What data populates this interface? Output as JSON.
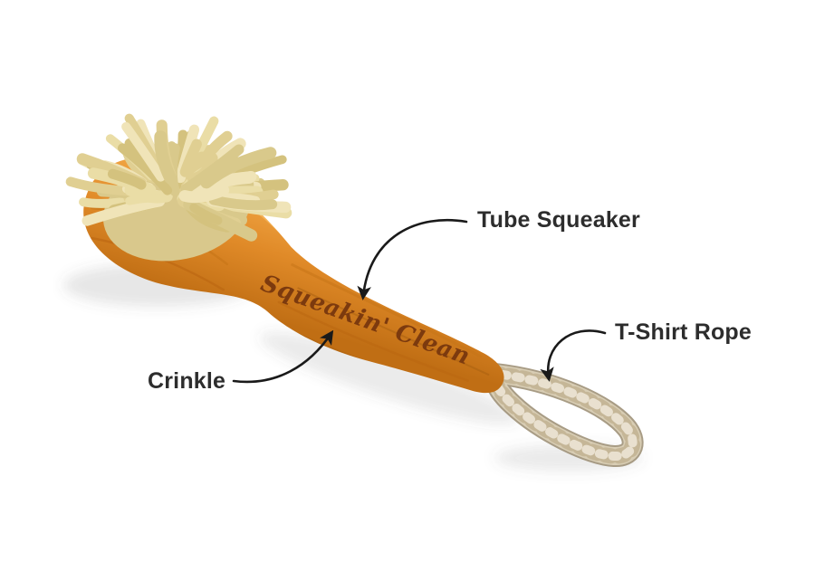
{
  "product": {
    "engraving": "Squeakin' Clean"
  },
  "annotations": [
    {
      "id": "tube-squeaker",
      "label": "Tube Squeaker",
      "points_to": "handle-middle"
    },
    {
      "id": "t-shirt-rope",
      "label": "T-Shirt Rope",
      "points_to": "rope-loop"
    },
    {
      "id": "crinkle",
      "label": "Crinkle",
      "points_to": "handle-underside"
    }
  ],
  "colors": {
    "background": "#ffffff",
    "label_text": "#2d2d2d",
    "arrow": "#1a1a1a",
    "wood_light": "#f4ab4a",
    "wood_mid": "#e08a28",
    "wood_dark": "#c06e14",
    "wood_grain": "#b96510",
    "engraving": "#7c3a0e",
    "mop_base": "#d9c88c",
    "rope_base": "#d8cdb4",
    "rope_shadow": "#9f9178",
    "rope_twist_dark": "#c3b493",
    "rope_twist_light": "#efe8d8",
    "fibers": [
      "#eadda6",
      "#e0cf92",
      "#d4c27e",
      "#f0e4b8",
      "#d9c98b"
    ]
  }
}
